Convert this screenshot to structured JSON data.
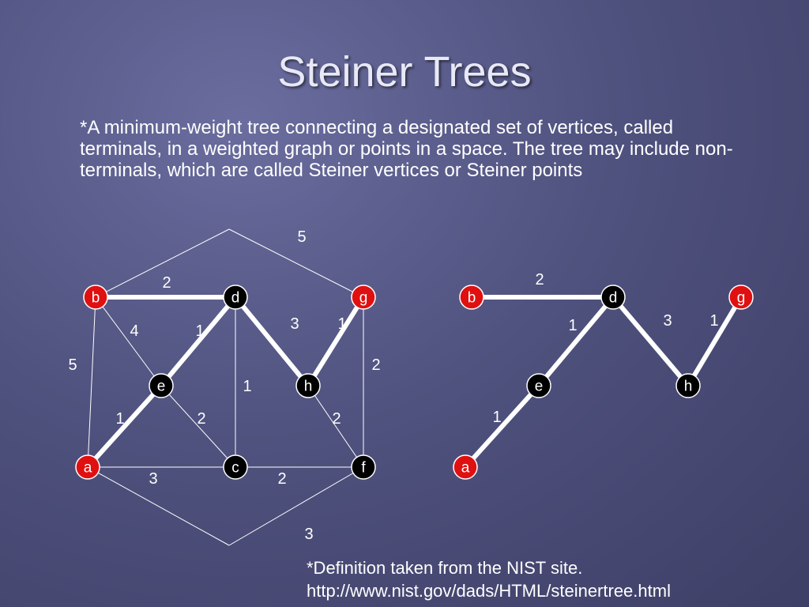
{
  "slide": {
    "title": "Steiner Trees",
    "definition": "*A minimum-weight tree connecting a designated set of vertices, called terminals, in a weighted graph or points in a space. The tree may include non- terminals, which are called Steiner vertices or Steiner points",
    "footnote_line1": "*Definition taken from the NIST site.",
    "footnote_line2": "http://www.nist.gov/dads/HTML/steinertree.html"
  },
  "colors": {
    "terminal": "#e01010",
    "steiner": "#000000",
    "edge": "#ffffff"
  },
  "graph": {
    "nodes": [
      {
        "id": "b",
        "label": "b",
        "type": "terminal"
      },
      {
        "id": "d",
        "label": "d",
        "type": "steiner"
      },
      {
        "id": "g",
        "label": "g",
        "type": "terminal"
      },
      {
        "id": "e",
        "label": "e",
        "type": "steiner"
      },
      {
        "id": "h",
        "label": "h",
        "type": "steiner"
      },
      {
        "id": "a",
        "label": "a",
        "type": "terminal"
      },
      {
        "id": "c",
        "label": "c",
        "type": "steiner"
      },
      {
        "id": "f",
        "label": "f",
        "type": "steiner"
      },
      {
        "id": "top",
        "label": "",
        "type": "hidden"
      },
      {
        "id": "bottom",
        "label": "",
        "type": "hidden"
      }
    ],
    "edges": [
      {
        "from": "b",
        "to": "d",
        "weight": "2",
        "in_tree": true
      },
      {
        "from": "d",
        "to": "e",
        "weight": "1",
        "in_tree": true
      },
      {
        "from": "e",
        "to": "a",
        "weight": "1",
        "in_tree": true
      },
      {
        "from": "d",
        "to": "h",
        "weight": "3",
        "in_tree": true
      },
      {
        "from": "h",
        "to": "g",
        "weight": "1",
        "in_tree": true
      },
      {
        "from": "b",
        "to": "e",
        "weight": "4",
        "in_tree": false
      },
      {
        "from": "b",
        "to": "a",
        "weight": "5",
        "in_tree": false
      },
      {
        "from": "d",
        "to": "c",
        "weight": "1",
        "in_tree": false
      },
      {
        "from": "e",
        "to": "c",
        "weight": "2",
        "in_tree": false
      },
      {
        "from": "a",
        "to": "c",
        "weight": "3",
        "in_tree": false
      },
      {
        "from": "c",
        "to": "f",
        "weight": "2",
        "in_tree": false
      },
      {
        "from": "h",
        "to": "f",
        "weight": "2",
        "in_tree": false
      },
      {
        "from": "g",
        "to": "f",
        "weight": "2",
        "in_tree": false
      },
      {
        "from": "b",
        "to": "top",
        "weight": "",
        "in_tree": false
      },
      {
        "from": "top",
        "to": "g",
        "weight": "5",
        "in_tree": false
      },
      {
        "from": "a",
        "to": "bottom",
        "weight": "",
        "in_tree": false
      },
      {
        "from": "bottom",
        "to": "f",
        "weight": "3",
        "in_tree": false
      }
    ]
  },
  "tree": {
    "nodes": [
      {
        "id": "b",
        "label": "b",
        "type": "terminal"
      },
      {
        "id": "d",
        "label": "d",
        "type": "steiner"
      },
      {
        "id": "g",
        "label": "g",
        "type": "terminal"
      },
      {
        "id": "e",
        "label": "e",
        "type": "steiner"
      },
      {
        "id": "h",
        "label": "h",
        "type": "steiner"
      },
      {
        "id": "a",
        "label": "a",
        "type": "terminal"
      }
    ],
    "edges": [
      {
        "from": "b",
        "to": "d",
        "weight": "2"
      },
      {
        "from": "d",
        "to": "e",
        "weight": "1"
      },
      {
        "from": "e",
        "to": "a",
        "weight": "1"
      },
      {
        "from": "d",
        "to": "h",
        "weight": "3"
      },
      {
        "from": "h",
        "to": "g",
        "weight": "1"
      }
    ]
  }
}
